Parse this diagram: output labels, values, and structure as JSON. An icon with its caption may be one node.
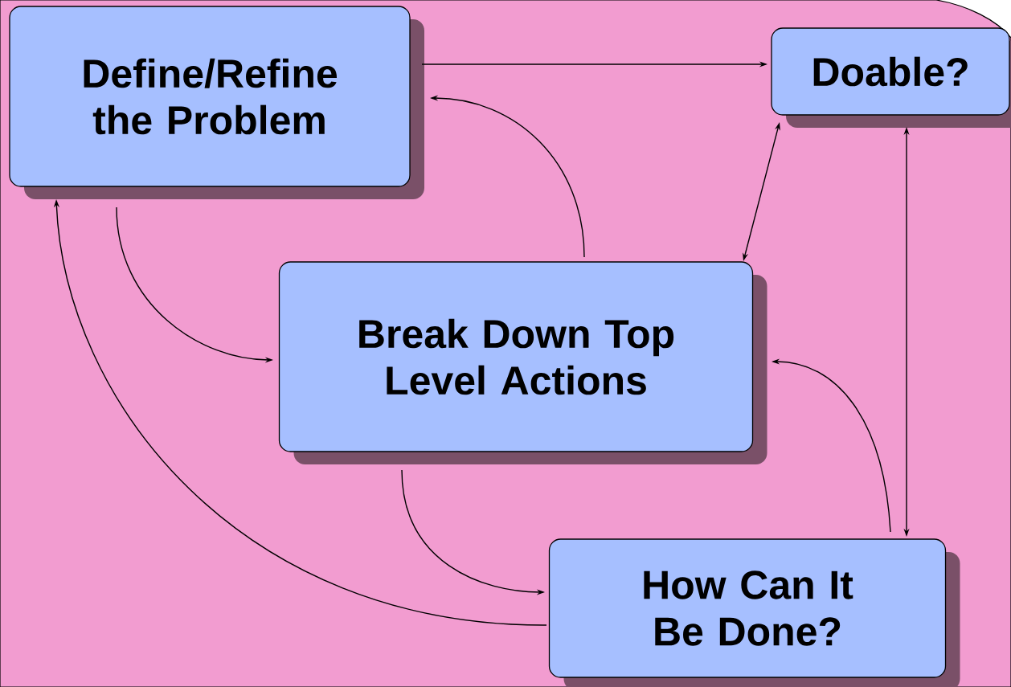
{
  "diagram": {
    "nodes": [
      {
        "text": [
          "Define/Refine the Problem"
        ]
      },
      {
        "text": [
          "Doable?"
        ]
      },
      {
        "text": [
          "Break Down Top Level Actions"
        ]
      },
      {
        "text": [
          "How Can It Be Done?"
        ]
      }
    ],
    "edges": [
      {
        "from": 0,
        "to": 1,
        "arrow": "to"
      },
      {
        "from": 2,
        "to": 0,
        "arrow": "to"
      },
      {
        "from": 1,
        "to": 2,
        "arrow": "both"
      },
      {
        "from": 1,
        "to": 3,
        "arrow": "both"
      },
      {
        "from": 0,
        "to": 2,
        "arrow": "to"
      },
      {
        "from": 3,
        "to": 0,
        "arrow": "to"
      },
      {
        "from": 3,
        "to": 2,
        "arrow": "to"
      },
      {
        "from": 2,
        "to": 3,
        "arrow": "to"
      }
    ]
  }
}
